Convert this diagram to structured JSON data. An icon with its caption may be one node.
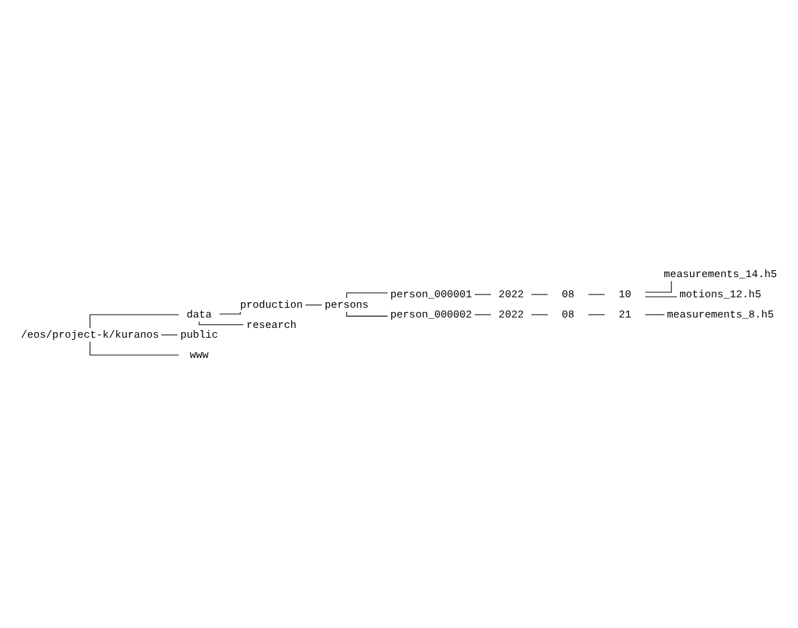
{
  "diagram": {
    "nodes": [
      {
        "text": [
          "/eos/project-k/kuranos"
        ]
      },
      {
        "text": [
          "data"
        ]
      },
      {
        "text": [
          "production"
        ]
      },
      {
        "text": [
          "persons"
        ]
      },
      {
        "text": [
          "person_000001"
        ]
      },
      {
        "text": [
          "2022"
        ]
      },
      {
        "text": [
          "08"
        ]
      },
      {
        "text": [
          "10"
        ]
      },
      {
        "text": [
          "measurements_14.h5"
        ]
      },
      {
        "text": [
          "motions_12.h5"
        ]
      },
      {
        "text": [
          "person_000002"
        ]
      },
      {
        "text": [
          "2022"
        ]
      },
      {
        "text": [
          "08"
        ]
      },
      {
        "text": [
          "21"
        ]
      },
      {
        "text": [
          "measurements_8.h5"
        ]
      },
      {
        "text": [
          "research"
        ]
      },
      {
        "text": [
          "public"
        ]
      },
      {
        "text": [
          "www"
        ]
      }
    ],
    "edges": [
      {
        "from": 0,
        "to": 1,
        "arrow": "none"
      },
      {
        "from": 1,
        "to": 2,
        "arrow": "none"
      },
      {
        "from": 2,
        "to": 3,
        "arrow": "none"
      },
      {
        "from": 3,
        "to": 4,
        "arrow": "none"
      },
      {
        "from": 4,
        "to": 5,
        "arrow": "none"
      },
      {
        "from": 5,
        "to": 6,
        "arrow": "none"
      },
      {
        "from": 6,
        "to": 7,
        "arrow": "none"
      },
      {
        "from": 7,
        "to": 8,
        "arrow": "none"
      },
      {
        "from": 7,
        "to": 9,
        "arrow": "none"
      },
      {
        "from": 3,
        "to": 10,
        "arrow": "none"
      },
      {
        "from": 10,
        "to": 11,
        "arrow": "none"
      },
      {
        "from": 11,
        "to": 12,
        "arrow": "none"
      },
      {
        "from": 12,
        "to": 13,
        "arrow": "none"
      },
      {
        "from": 13,
        "to": 14,
        "arrow": "none"
      },
      {
        "from": 1,
        "to": 15,
        "arrow": "none"
      },
      {
        "from": 0,
        "to": 16,
        "arrow": "none"
      },
      {
        "from": 0,
        "to": 17,
        "arrow": "none"
      }
    ]
  }
}
